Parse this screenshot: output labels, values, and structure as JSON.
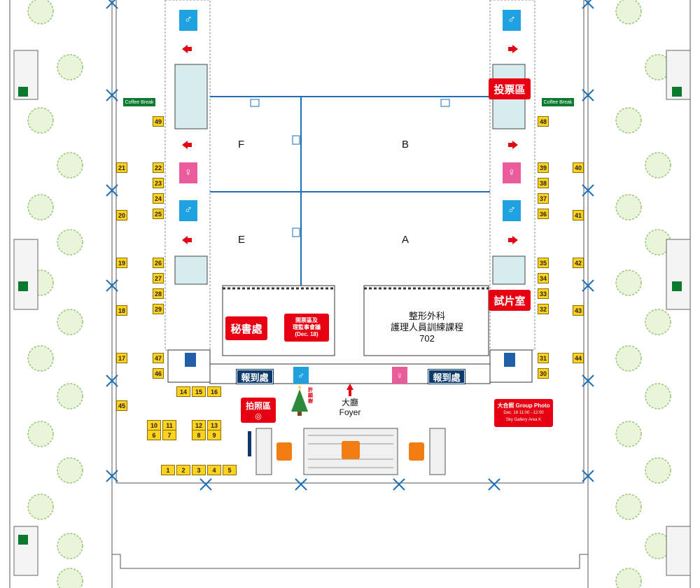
{
  "rooms": {
    "F": "F",
    "B": "B",
    "E": "E",
    "A": "A",
    "hall_702_line1": "整形外科",
    "hall_702_line2": "護理人員訓練課程",
    "hall_702_number": "702"
  },
  "tags": {
    "voting": "投票區",
    "screening": "試片室",
    "secretariat": "秘書處",
    "ballot_line1": "開票區及",
    "ballot_line2": "理監事會議",
    "ballot_line3": "(Dec. 18)",
    "photo": "拍照區",
    "group_photo_title": "大合照 Group Photo",
    "group_photo_time": "Dec. 18  11:00 - 12:00",
    "group_photo_place": "Sky Gallery Area K"
  },
  "registration": {
    "left": "報到處",
    "right": "報到處"
  },
  "coffee_break": {
    "left": "Coffee Break",
    "right": "Coffee Break"
  },
  "foyer": {
    "zh": "大廳",
    "en": "Foyer"
  },
  "wish_tree": "許願樹",
  "booths": {
    "left_outer": [
      "21",
      "20",
      "19",
      "18",
      "17",
      "45"
    ],
    "left_inner": [
      "49",
      "22",
      "23",
      "24",
      "25",
      "26",
      "27",
      "28",
      "29",
      "47",
      "46"
    ],
    "right_inner": [
      "48",
      "39",
      "38",
      "37",
      "36",
      "35",
      "34",
      "33",
      "32",
      "31",
      "30"
    ],
    "right_outer": [
      "40",
      "41",
      "42",
      "43",
      "44"
    ],
    "row_14_16": [
      "14",
      "15",
      "16"
    ],
    "row_10_11": [
      "10",
      "11"
    ],
    "row_6_7": [
      "6",
      "7"
    ],
    "row_12_13": [
      "12",
      "13"
    ],
    "row_8_9": [
      "8",
      "9"
    ],
    "row_1_5": [
      "1",
      "2",
      "3",
      "4",
      "5"
    ]
  },
  "colors": {
    "booth_yellow": "#ffd21f",
    "tag_red": "#e60012",
    "reg_navy": "#0d3a6b",
    "wc_male": "#1fa1e0",
    "wc_female": "#ea5b9b",
    "partition_blue": "#1e6fb8",
    "exit_green": "#0a7a2e",
    "orange": "#f07d12"
  }
}
